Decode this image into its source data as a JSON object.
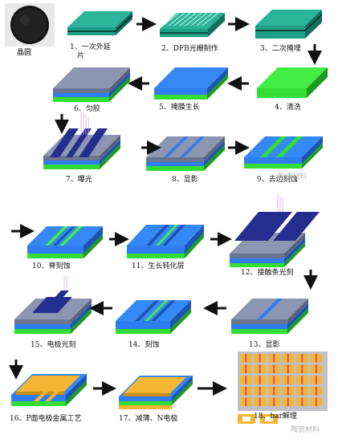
{
  "colors": {
    "substrate_green": "#33dd33",
    "substrate_side": "#1b9c1b",
    "epi_teal": "#1d9f86",
    "epi_teal_side": "#13705f",
    "blue_layer": "#2e7df2",
    "blue_side": "#1b55b3",
    "resist_gray": "#7f8aa8",
    "resist_gray_side": "#5a627b",
    "mask_navy": "#232e8e",
    "metal_gold": "#f2b632",
    "arrow": "#111111"
  },
  "steps": [
    {
      "id": "wafer",
      "label": "晶圆"
    },
    {
      "id": "s1",
      "label_line1": "1、一次外延",
      "label_line2": "片"
    },
    {
      "id": "s2",
      "label": "2、DFB光栅制作"
    },
    {
      "id": "s3",
      "label": "3、二次掩埋"
    },
    {
      "id": "s4",
      "label": "4、清洗"
    },
    {
      "id": "s5",
      "label": "5、掩膜生长"
    },
    {
      "id": "s6",
      "label": "6、匀胶"
    },
    {
      "id": "s7",
      "label": "7、曝光"
    },
    {
      "id": "s8",
      "label": "8、显影"
    },
    {
      "id": "s9",
      "label": "9、去边刻蚀"
    },
    {
      "id": "s10",
      "label": "10、脊刻蚀"
    },
    {
      "id": "s11",
      "label": "11、生长钝化层"
    },
    {
      "id": "s12",
      "label": "12、接触条光刻"
    },
    {
      "id": "s13",
      "label": "13、显影"
    },
    {
      "id": "s14",
      "label": "14、刻蚀"
    },
    {
      "id": "s15",
      "label": "15、电极光刻"
    },
    {
      "id": "s16",
      "label": "16、P面电极金属工艺"
    },
    {
      "id": "s17",
      "label": "17、减薄、N电极"
    },
    {
      "id": "s18",
      "label": "18、bar解理"
    }
  ],
  "watermarks": [
    {
      "id": "wm1",
      "text": "陶瓷材料"
    },
    {
      "id": "wm2",
      "text": "陶瓷材料"
    }
  ]
}
